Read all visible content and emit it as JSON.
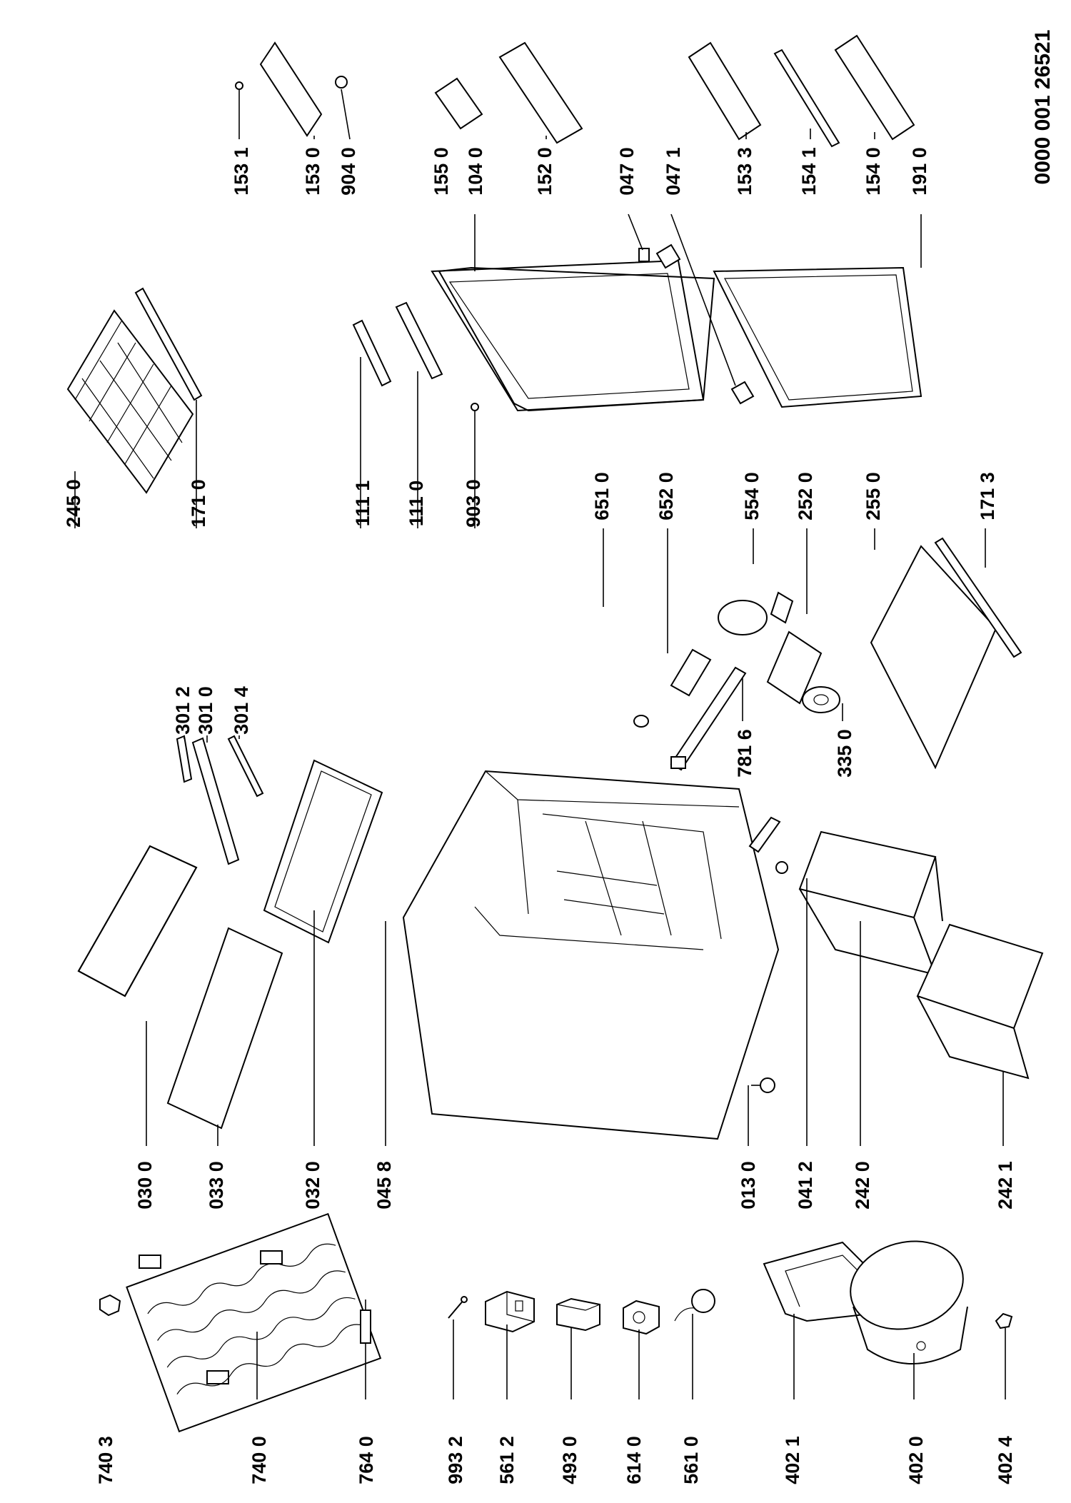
{
  "document": {
    "number": "0000 001 26521"
  },
  "labels": [
    "740 3",
    "740 0",
    "764 0",
    "993 2",
    "561 2",
    "493 0",
    "614 0",
    "561 0",
    "402 1",
    "402 0",
    "402 4",
    "030 0",
    "033 0",
    "032 0",
    "045 8",
    "013 0",
    "041 2",
    "242 0",
    "242 1",
    "301 2",
    "301 0",
    "301 4",
    "781 6",
    "335 0",
    "651 0",
    "652 0",
    "554 0",
    "252 0",
    "255 0",
    "171 3",
    "245 0",
    "171 0",
    "111 1",
    "111 0",
    "903 0",
    "153 1",
    "153 0",
    "904 0",
    "155 0",
    "104 0",
    "152 0",
    "047 0",
    "047 1",
    "153 3",
    "154 1",
    "154 0",
    "191 0"
  ]
}
